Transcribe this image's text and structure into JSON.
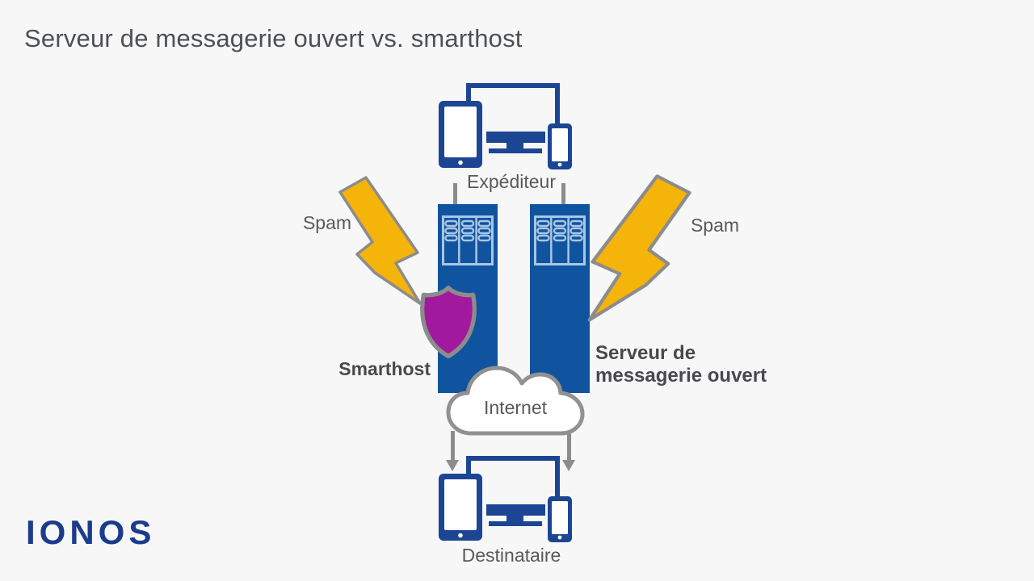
{
  "title": "Serveur de messagerie ouvert vs. smarthost",
  "diagram": {
    "sender": {
      "label": "Expéditeur"
    },
    "recipient": {
      "label": "Destinataire"
    },
    "internet": {
      "label": "Internet"
    },
    "smarthost": {
      "label": "Smarthost"
    },
    "open_server": {
      "label": "Serveur de messagerie ouvert"
    },
    "spam_left": {
      "label": "Spam"
    },
    "spam_right": {
      "label": "Spam"
    },
    "icons": {
      "sender_devices": "tablet-monitor-phone group",
      "recipient_devices": "tablet-monitor-phone group",
      "server": "blue server tower with rack slots",
      "shield": "magenta protection shield",
      "lightning": "yellow spam lightning bolt",
      "cloud": "internet cloud outline"
    }
  },
  "branding": {
    "logo_text": "IONOS"
  },
  "colors": {
    "background": "#f7f7f8",
    "device_blue": "#1c4693",
    "server_blue": "#10549f",
    "rack_light_blue": "#a9c6e4",
    "bolt_yellow": "#f5b40a",
    "bolt_stroke": "#8c8c8c",
    "shield_magenta": "#a1199c",
    "gray_line": "#8c8c8c",
    "cloud_stroke": "#919191",
    "text_gray": "#595959",
    "bold_text_gray": "#47494c",
    "title_gray": "#4d5053",
    "logo_blue": "#1b3c8b"
  }
}
